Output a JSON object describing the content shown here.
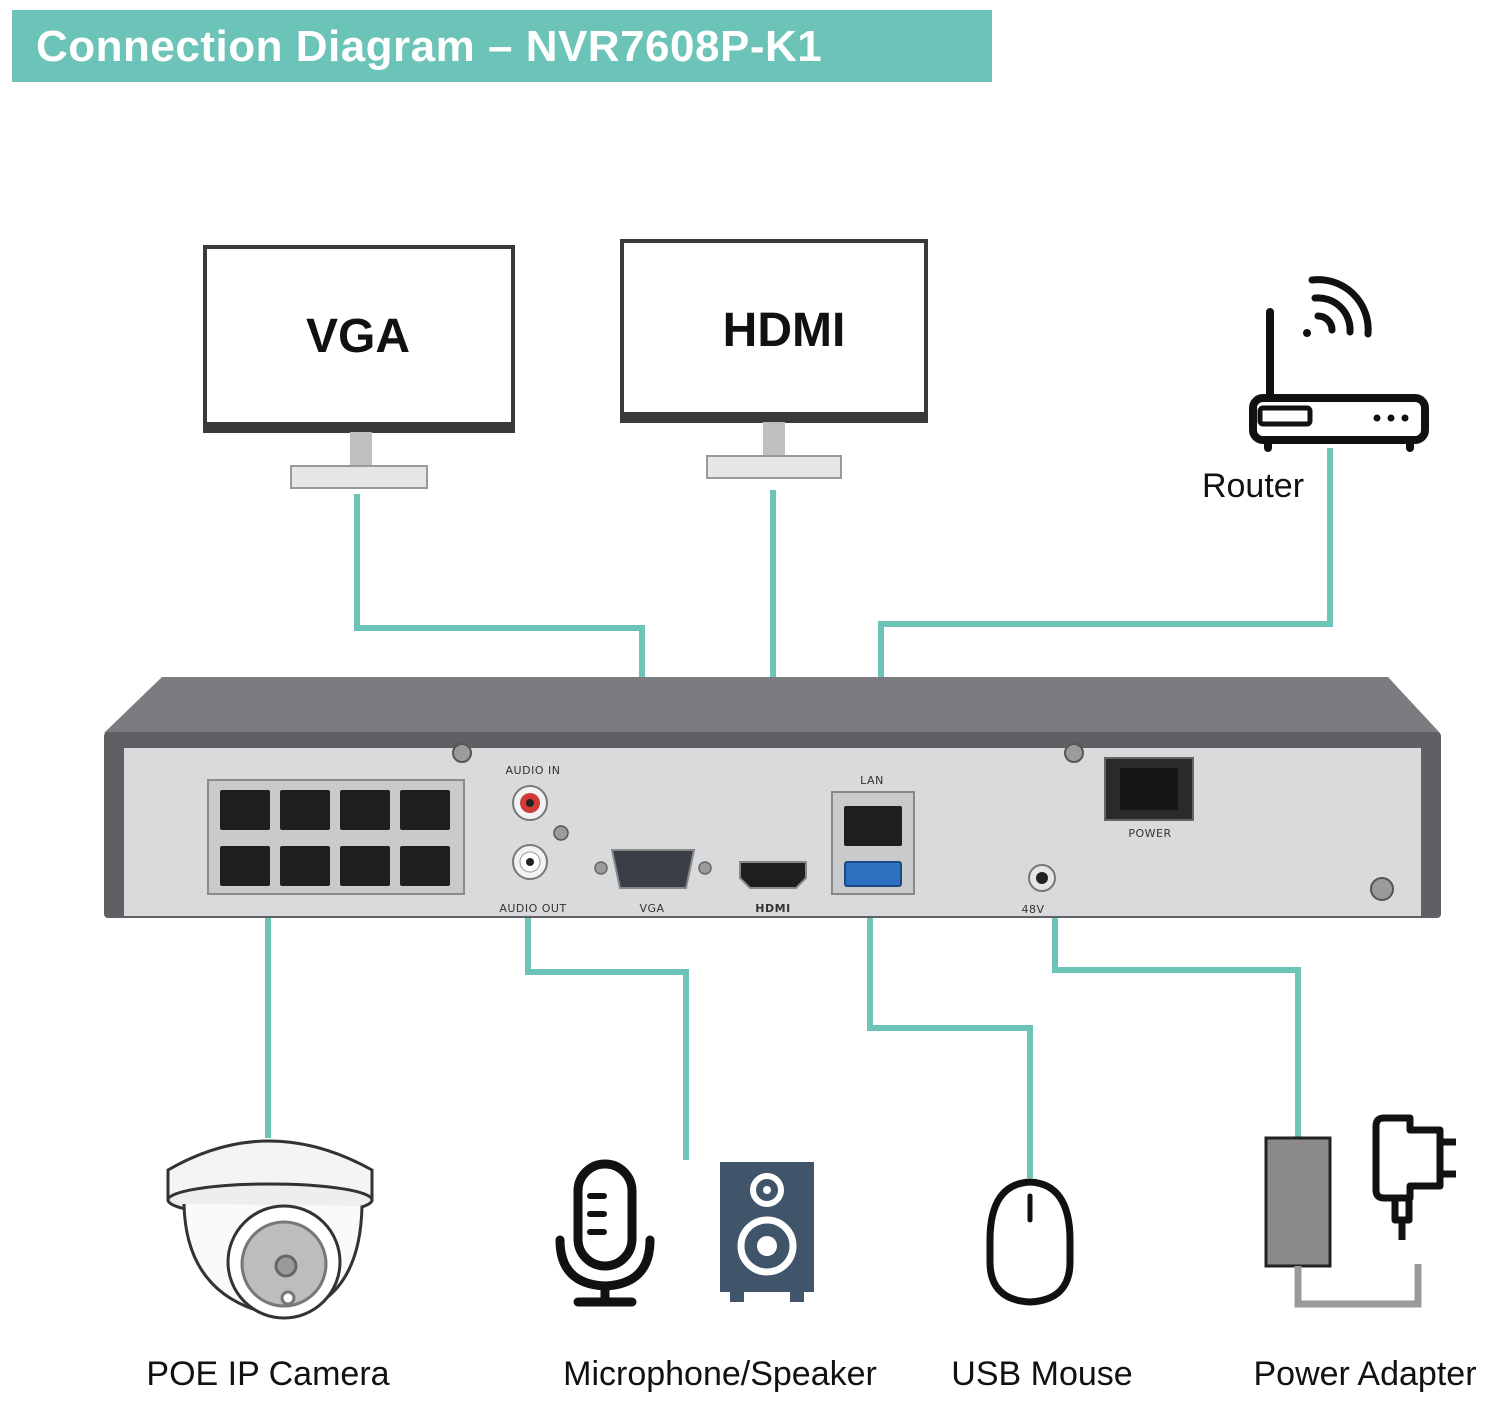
{
  "title": "Connection Diagram – NVR7608P-K1",
  "monitors": {
    "vga": "VGA",
    "hdmi": "HDMI"
  },
  "devices": {
    "router": "Router",
    "camera": "POE IP Camera",
    "audio": "Microphone/Speaker",
    "mouse": "USB Mouse",
    "power": "Power Adapter"
  },
  "nvr_ports": {
    "audio_in": "AUDIO IN",
    "audio_out": "AUDIO OUT",
    "vga": "VGA",
    "hdmi": "HDMI",
    "lan": "LAN",
    "power_switch": "POWER",
    "dc_in": "48V"
  },
  "colors": {
    "connector_line": "#6cc3b7",
    "title_bg": "#6cc3b7",
    "nvr_body": "#5e6063",
    "nvr_panel": "#d9dadc",
    "adapter": "#8a8a8a"
  }
}
